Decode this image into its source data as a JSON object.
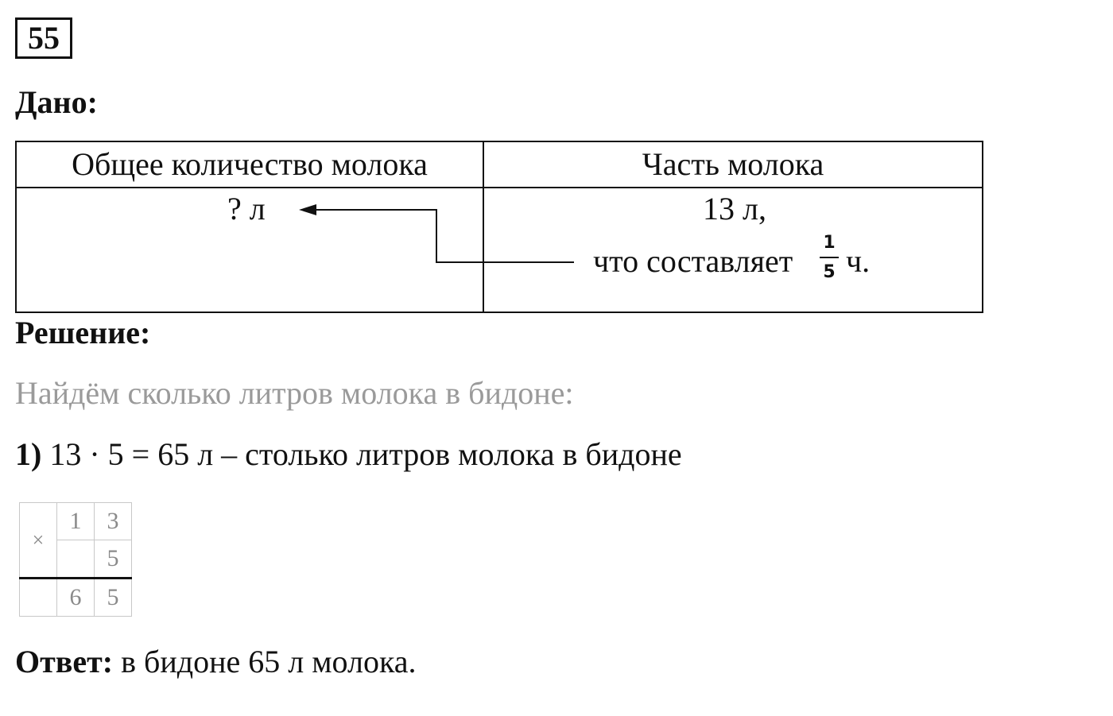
{
  "problem": {
    "number": "55"
  },
  "given": {
    "heading": "Дано:",
    "col1_header": "Общее количество молока",
    "col2_header": "Часть молока",
    "col1_value": "? л",
    "col2_line1": "13 л,",
    "col2_line2_text": "что составляет",
    "fraction_numerator": "1",
    "fraction_denominator": "5",
    "col2_line2_suffix": "ч."
  },
  "solution": {
    "heading": "Решение:",
    "intro": "Найдём сколько литров молока в бидоне:",
    "step1_label": "1)",
    "step1_text": "13 · 5 = 65 л – столько литров молока в бидоне"
  },
  "calculation": {
    "operator": "×",
    "row1": [
      "1",
      "3"
    ],
    "row2": [
      "",
      "5"
    ],
    "result": [
      "6",
      "5"
    ]
  },
  "answer": {
    "label": "Ответ:",
    "text": "в бидоне 65 л молока."
  }
}
